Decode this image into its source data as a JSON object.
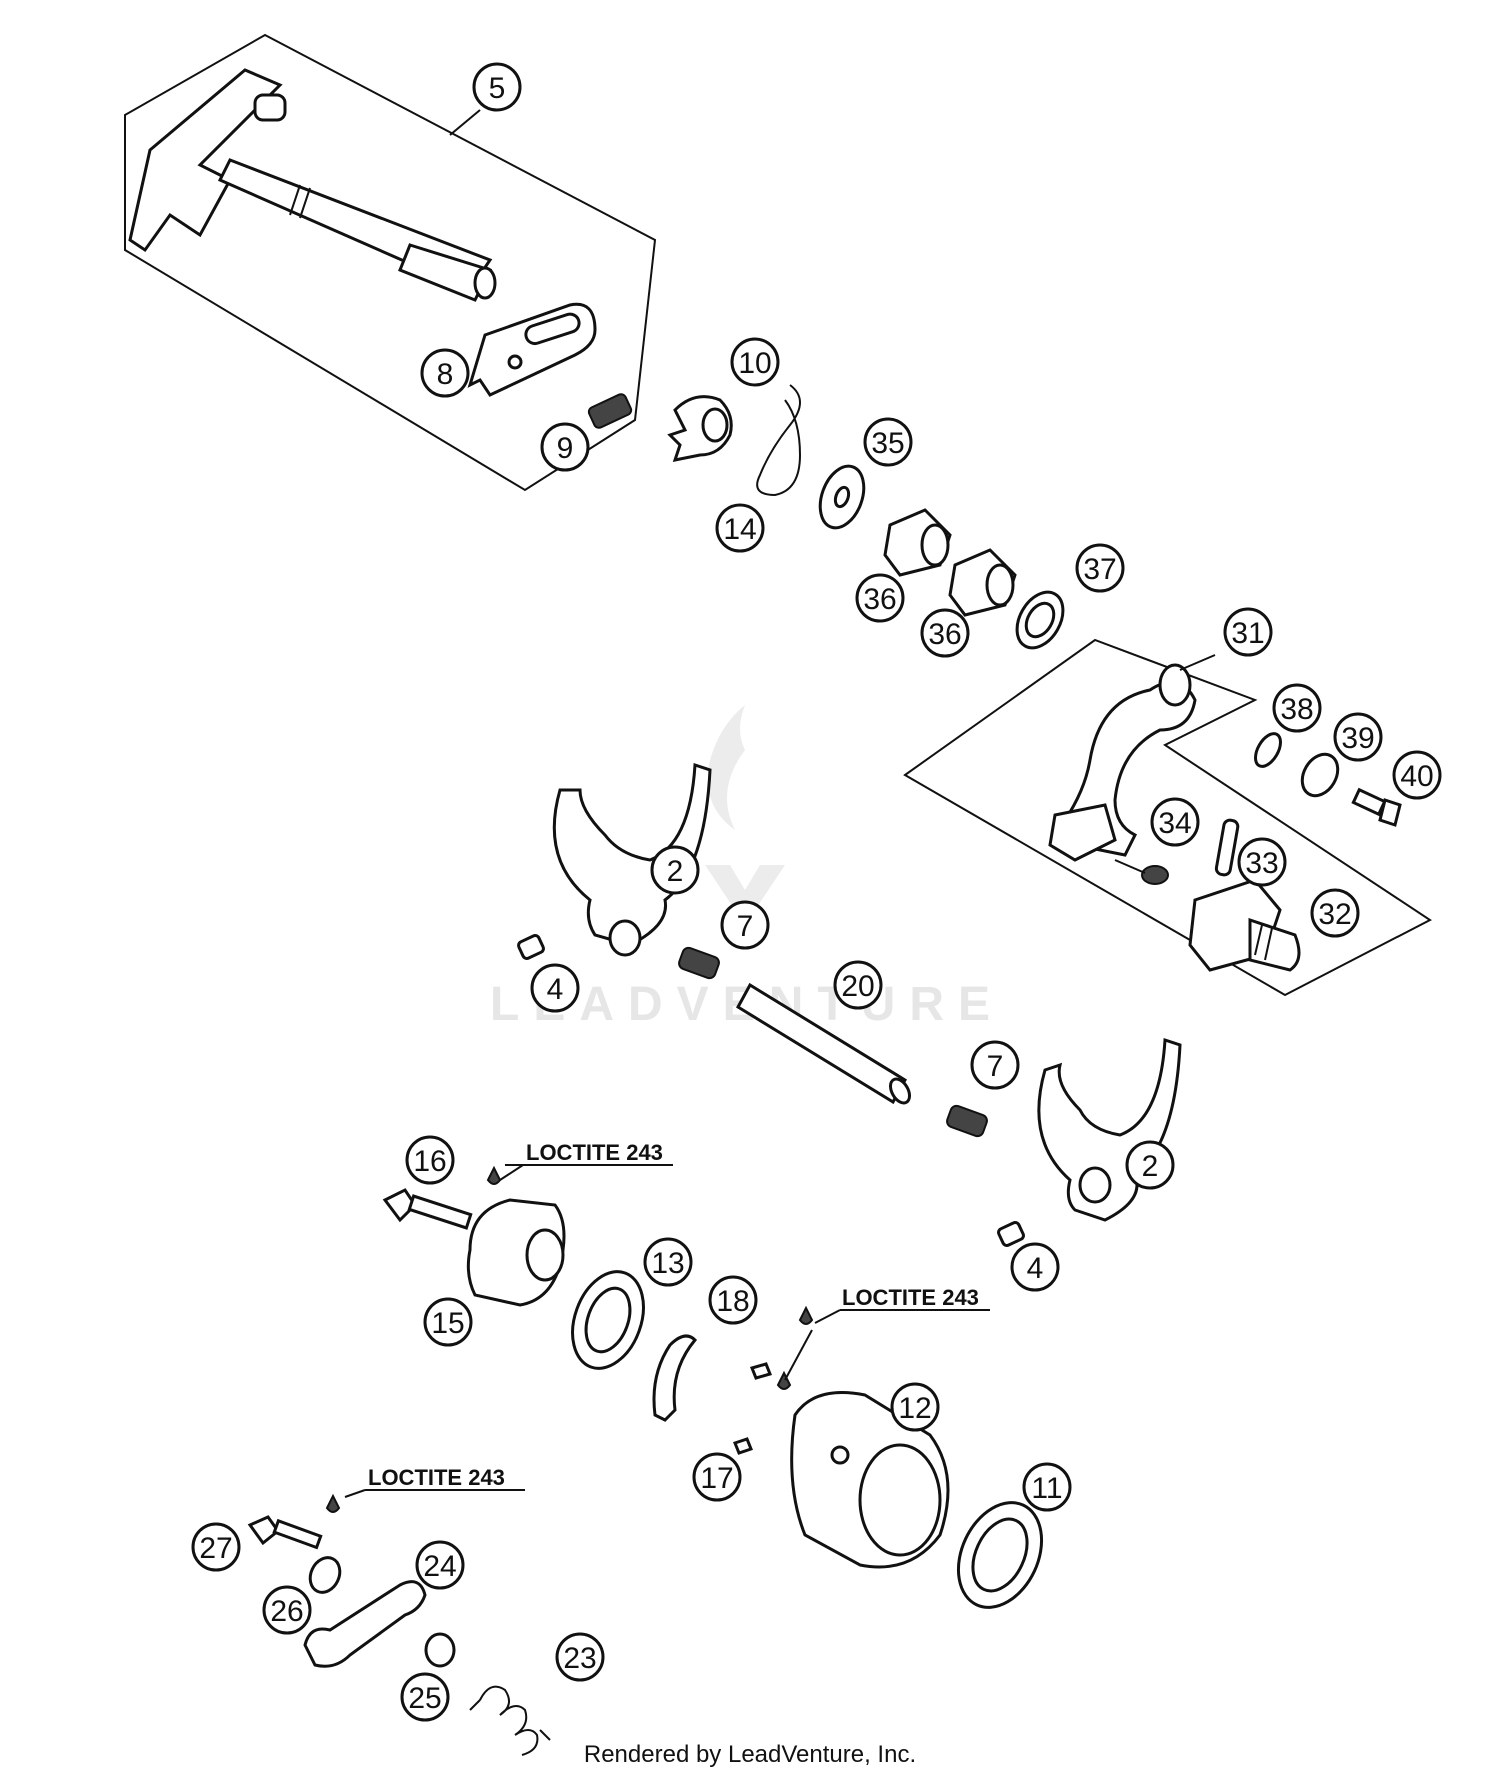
{
  "callouts": [
    {
      "label": "5"
    },
    {
      "label": "8"
    },
    {
      "label": "9"
    },
    {
      "label": "10"
    },
    {
      "label": "14"
    },
    {
      "label": "35"
    },
    {
      "label": "36"
    },
    {
      "label": "36"
    },
    {
      "label": "37"
    },
    {
      "label": "31"
    },
    {
      "label": "38"
    },
    {
      "label": "39"
    },
    {
      "label": "40"
    },
    {
      "label": "34"
    },
    {
      "label": "33"
    },
    {
      "label": "32"
    },
    {
      "label": "2"
    },
    {
      "label": "7"
    },
    {
      "label": "4"
    },
    {
      "label": "20"
    },
    {
      "label": "7"
    },
    {
      "label": "2"
    },
    {
      "label": "4"
    },
    {
      "label": "16"
    },
    {
      "label": "15"
    },
    {
      "label": "13"
    },
    {
      "label": "18"
    },
    {
      "label": "12"
    },
    {
      "label": "17"
    },
    {
      "label": "11"
    },
    {
      "label": "27"
    },
    {
      "label": "24"
    },
    {
      "label": "26"
    },
    {
      "label": "25"
    },
    {
      "label": "23"
    }
  ],
  "notes": [
    {
      "text": "LOCTITE 243"
    },
    {
      "text": "LOCTITE 243"
    },
    {
      "text": "LOCTITE 243"
    }
  ],
  "watermark": "LEADVENTURE",
  "footer": "Rendered by LeadVenture, Inc."
}
